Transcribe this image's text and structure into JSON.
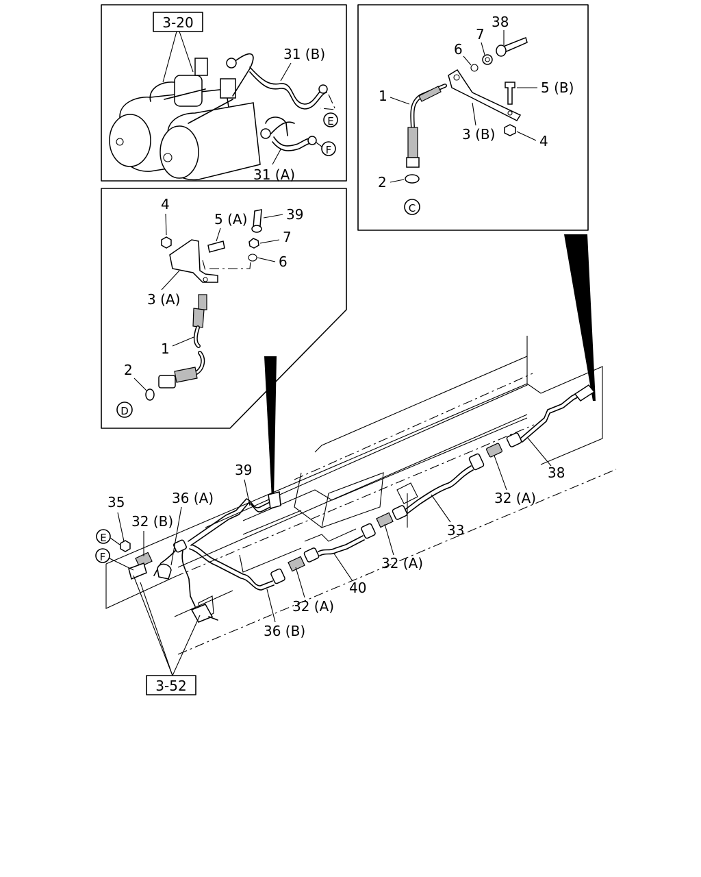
{
  "panels": {
    "top_left": {
      "ref_box": "3-20",
      "labels": {
        "pipe_b": "31 (B)",
        "pipe_a": "31 (A)",
        "conn_e": "E",
        "conn_f": "F"
      }
    },
    "top_right": {
      "labels": {
        "bolt_38": "38",
        "washer_7": "7",
        "ring_6": "6",
        "hose_1": "1",
        "bolt_5b": "5 (B)",
        "bracket_3b": "3 (B)",
        "nut_4": "4",
        "gasket_2": "2",
        "conn_c": "C"
      }
    },
    "middle_left": {
      "labels": {
        "nut_4": "4",
        "bolt_5a": "5 (A)",
        "bolt_39": "39",
        "washer_7": "7",
        "ring_6": "6",
        "bracket_3a": "3 (A)",
        "hose_1": "1",
        "gasket_2": "2",
        "conn_d": "D"
      }
    }
  },
  "frame": {
    "labels": {
      "p39": "39",
      "p36a": "36 (A)",
      "p35": "35",
      "p32b": "32 (B)",
      "conn_e": "E",
      "conn_f": "F",
      "p38": "38",
      "p32a_right": "32 (A)",
      "p33": "33",
      "p32a_mid": "32 (A)",
      "p40": "40",
      "p32a_low": "32 (A)",
      "p36b": "36 (B)"
    },
    "ref_box": "3-52"
  }
}
